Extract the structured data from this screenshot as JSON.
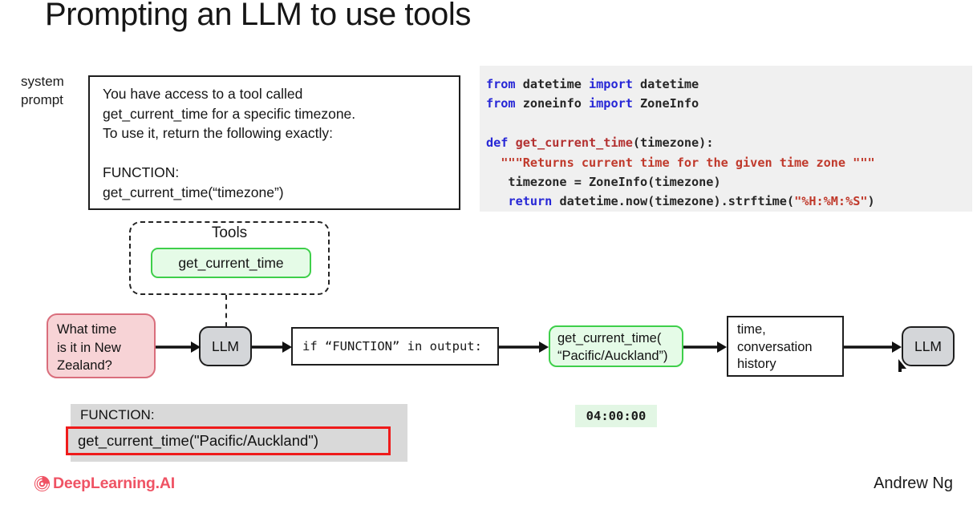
{
  "slide": {
    "title": "Prompting an LLM to use tools"
  },
  "system_prompt": {
    "label": "system\nprompt",
    "text": "You have access to a tool called\nget_current_time for a specific timezone.\nTo use it, return the following exactly:\n\nFUNCTION:\nget_current_time(“timezone”)"
  },
  "code_panel": {
    "language": "python",
    "lines": [
      {
        "tokens": [
          {
            "t": "from ",
            "c": "kw"
          },
          {
            "t": "datetime ",
            "c": "pl"
          },
          {
            "t": "import ",
            "c": "kw"
          },
          {
            "t": "datetime",
            "c": "pl"
          }
        ]
      },
      {
        "tokens": [
          {
            "t": "from ",
            "c": "kw"
          },
          {
            "t": "zoneinfo ",
            "c": "pl"
          },
          {
            "t": "import ",
            "c": "kw"
          },
          {
            "t": "ZoneInfo",
            "c": "pl"
          }
        ]
      },
      {
        "tokens": [
          {
            "t": "",
            "c": "pl"
          }
        ]
      },
      {
        "tokens": [
          {
            "t": "def ",
            "c": "kw"
          },
          {
            "t": "get_current_time",
            "c": "fn"
          },
          {
            "t": "(timezone):",
            "c": "pl"
          }
        ]
      },
      {
        "tokens": [
          {
            "t": "  \"\"\"Returns current time for the given time zone \"\"\"",
            "c": "str"
          }
        ]
      },
      {
        "tokens": [
          {
            "t": "   timezone = ZoneInfo(timezone)",
            "c": "pl"
          }
        ]
      },
      {
        "tokens": [
          {
            "t": "   ",
            "c": "pl"
          },
          {
            "t": "return ",
            "c": "kw"
          },
          {
            "t": "datetime.now(timezone).strftime(",
            "c": "pl"
          },
          {
            "t": "\"%H:%M:%S\"",
            "c": "str"
          },
          {
            "t": ")",
            "c": "pl"
          }
        ]
      }
    ]
  },
  "tools": {
    "title": "Tools",
    "items": [
      "get_current_time"
    ]
  },
  "flow": {
    "user_question": "What time\nis it in New\nZealand?",
    "llm_label_1": "LLM",
    "condition": "if “FUNCTION” in output:",
    "tool_call": "get_current_time(\n“Pacific/Auckland”)",
    "context": "time,\nconversation\nhistory",
    "llm_label_2": "LLM"
  },
  "output": {
    "function_label": "FUNCTION:",
    "call_text": "get_current_time(\"Pacific/Auckland\")",
    "highlight_color": "#ef1b1b"
  },
  "time_result": "04:00:00",
  "footer": {
    "brand": "DeepLearning.AI",
    "brand_color": "#ef5364",
    "author": "Andrew Ng"
  },
  "colors": {
    "tool_green_border": "#3ecf4a",
    "tool_green_fill": "#e5fbe7",
    "user_pink_fill": "#f7d3d6",
    "user_pink_border": "#d96e7c",
    "llm_gray_fill": "#d4d6d9",
    "code_panel_bg": "#f0f0f0",
    "output_panel_bg": "#d9d9d9",
    "time_result_bg": "#e2f6e4"
  }
}
